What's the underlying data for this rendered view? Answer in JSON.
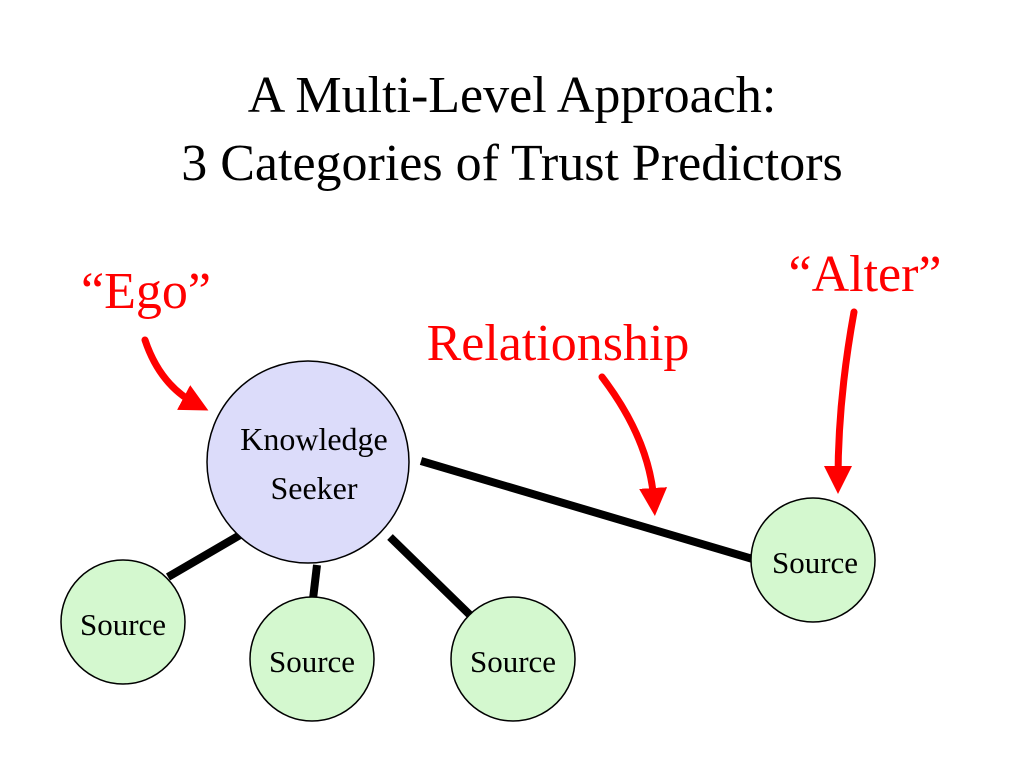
{
  "title": {
    "line1": "A Multi-Level Approach:",
    "line2": "3 Categories of Trust Predictors"
  },
  "annotations": {
    "ego": "“Ego”",
    "relationship": "Relationship",
    "alter": "“Alter”"
  },
  "seeker": {
    "line1": "Knowledge",
    "line2": "Seeker"
  },
  "sources": {
    "left": "Source",
    "middle_left": "Source",
    "middle_right": "Source",
    "right": "Source"
  },
  "colors": {
    "annotation": "#ff0000",
    "seeker_fill": "#dcdcfa",
    "source_fill": "#d4f8cf",
    "edge": "#000000"
  }
}
